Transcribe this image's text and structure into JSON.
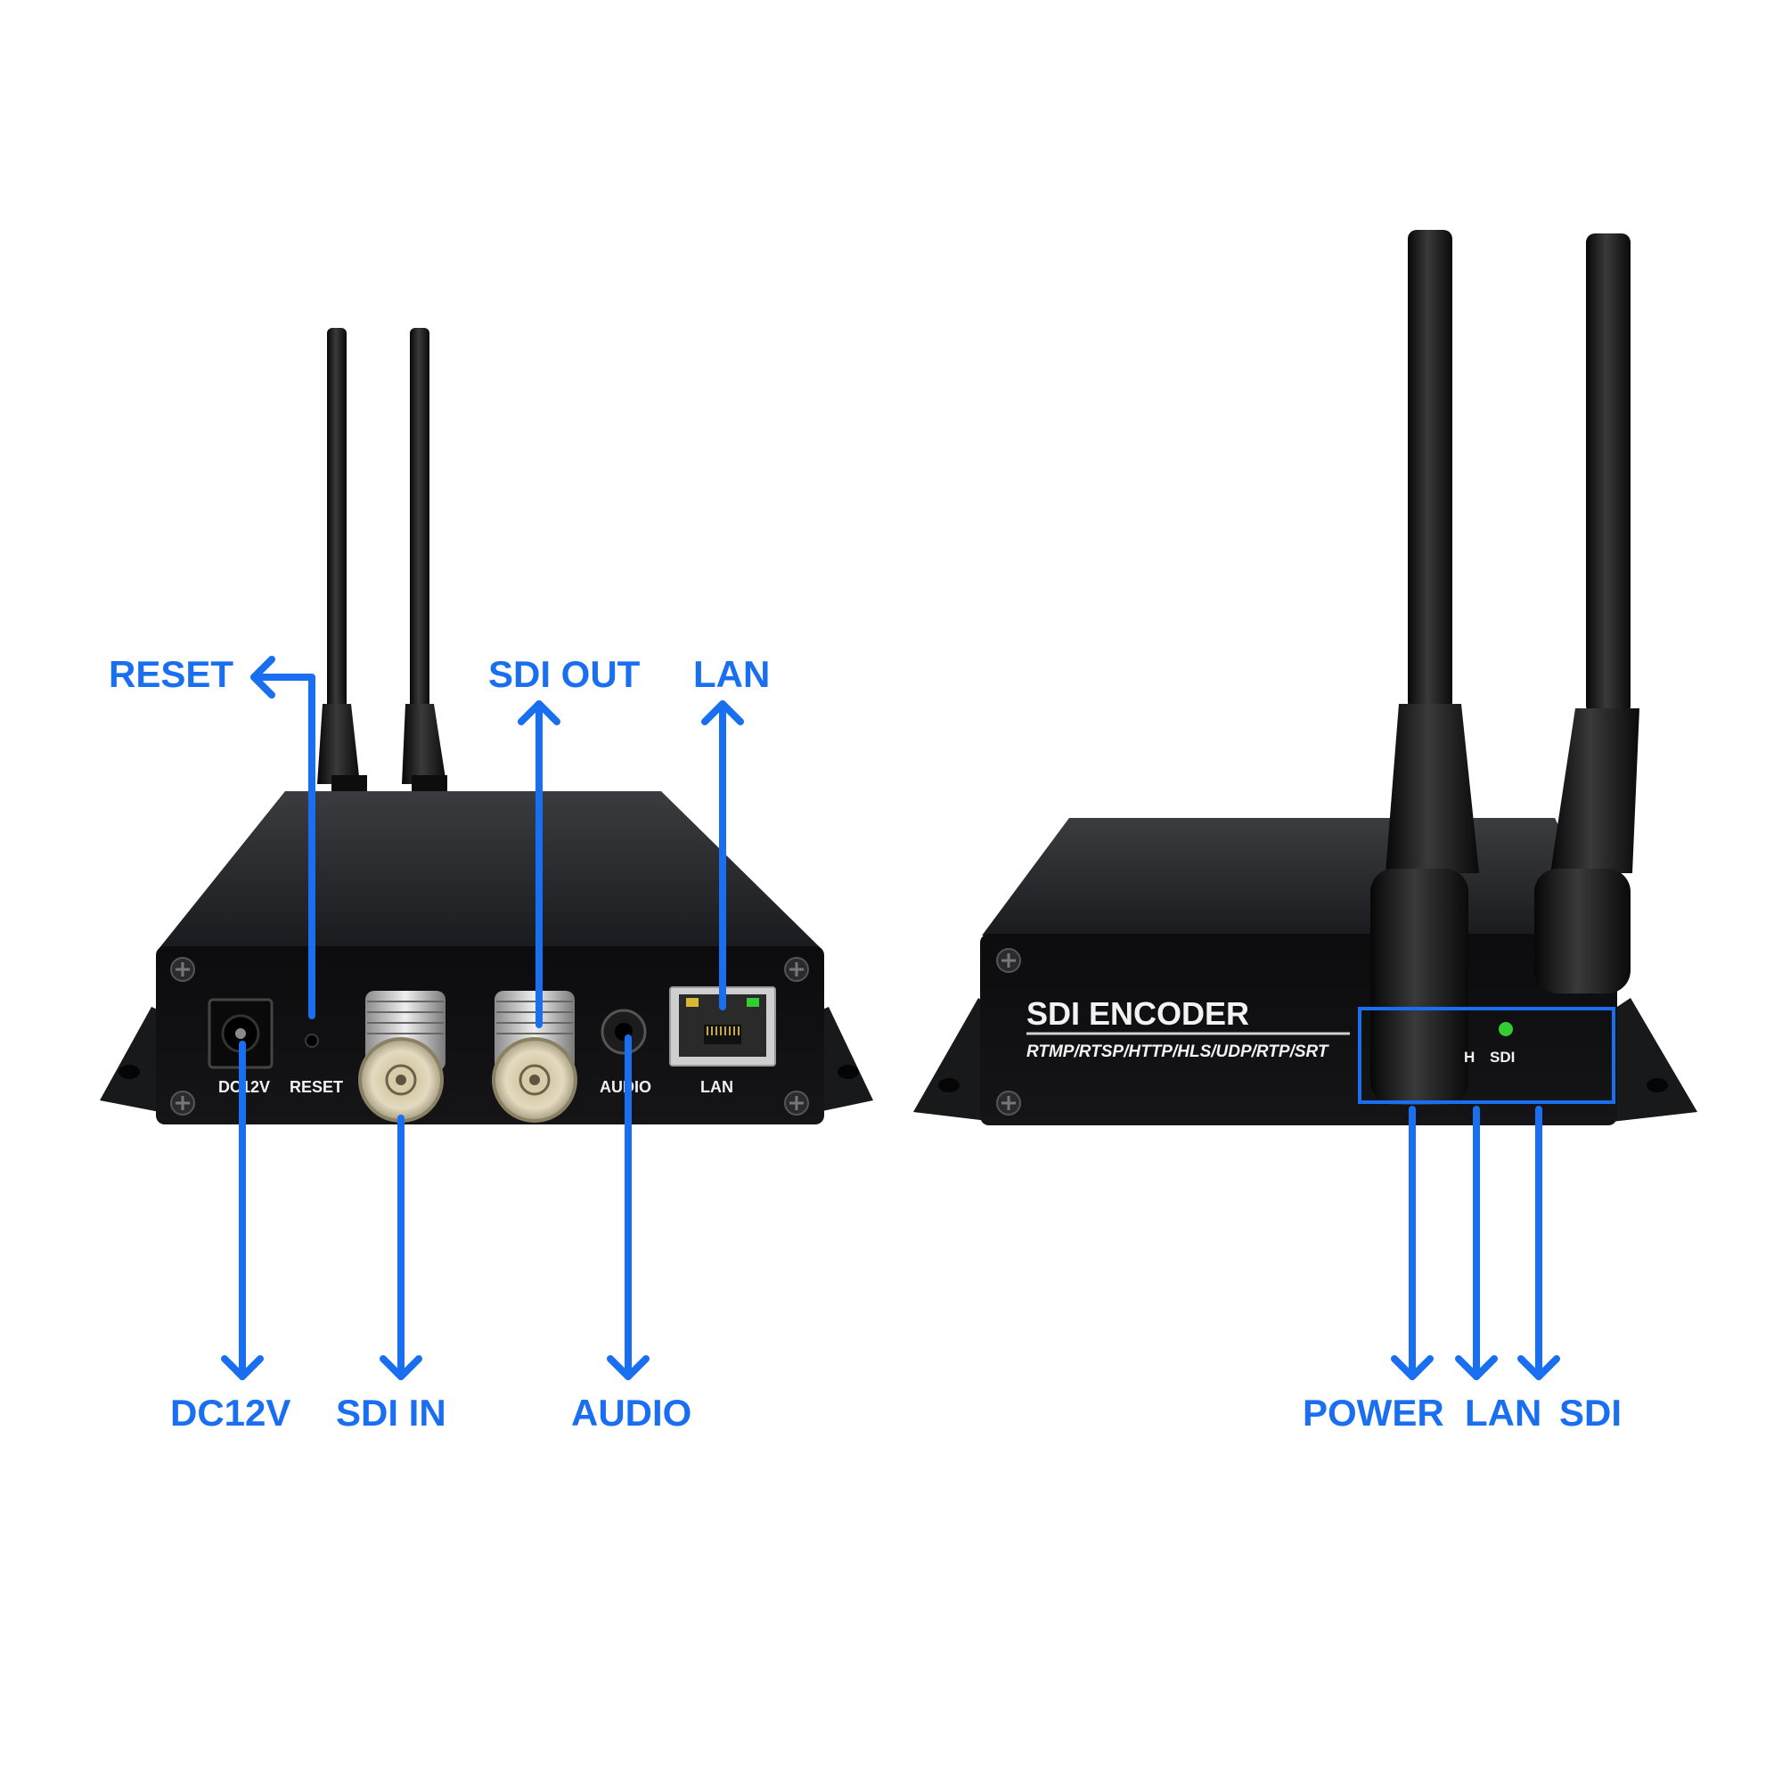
{
  "colors": {
    "callout": "#1a6ff0",
    "device": "#111214",
    "silkscreen": "#f2f2f2",
    "connector": "#d9cfb4",
    "led_green": "#33cc33",
    "led_amber": "#d8b838"
  },
  "left_view": {
    "port_labels": {
      "dc12v": "DC12V",
      "reset": "RESET",
      "audio": "AUDIO",
      "lan": "LAN"
    },
    "callouts": {
      "reset": "RESET",
      "sdi_out": "SDI OUT",
      "lan": "LAN",
      "dc12v": "DC12V",
      "sdi_in": "SDI IN",
      "audio": "AUDIO"
    }
  },
  "right_view": {
    "product_name": "SDI ENCODER",
    "protocols": "RTMP/RTSP/HTTP/HLS/UDP/RTP/SRT",
    "indicator_labels": {
      "lan_partial": "H",
      "sdi": "SDI"
    },
    "callouts": {
      "power": "POWER",
      "lan": "LAN",
      "sdi": "SDI"
    }
  }
}
